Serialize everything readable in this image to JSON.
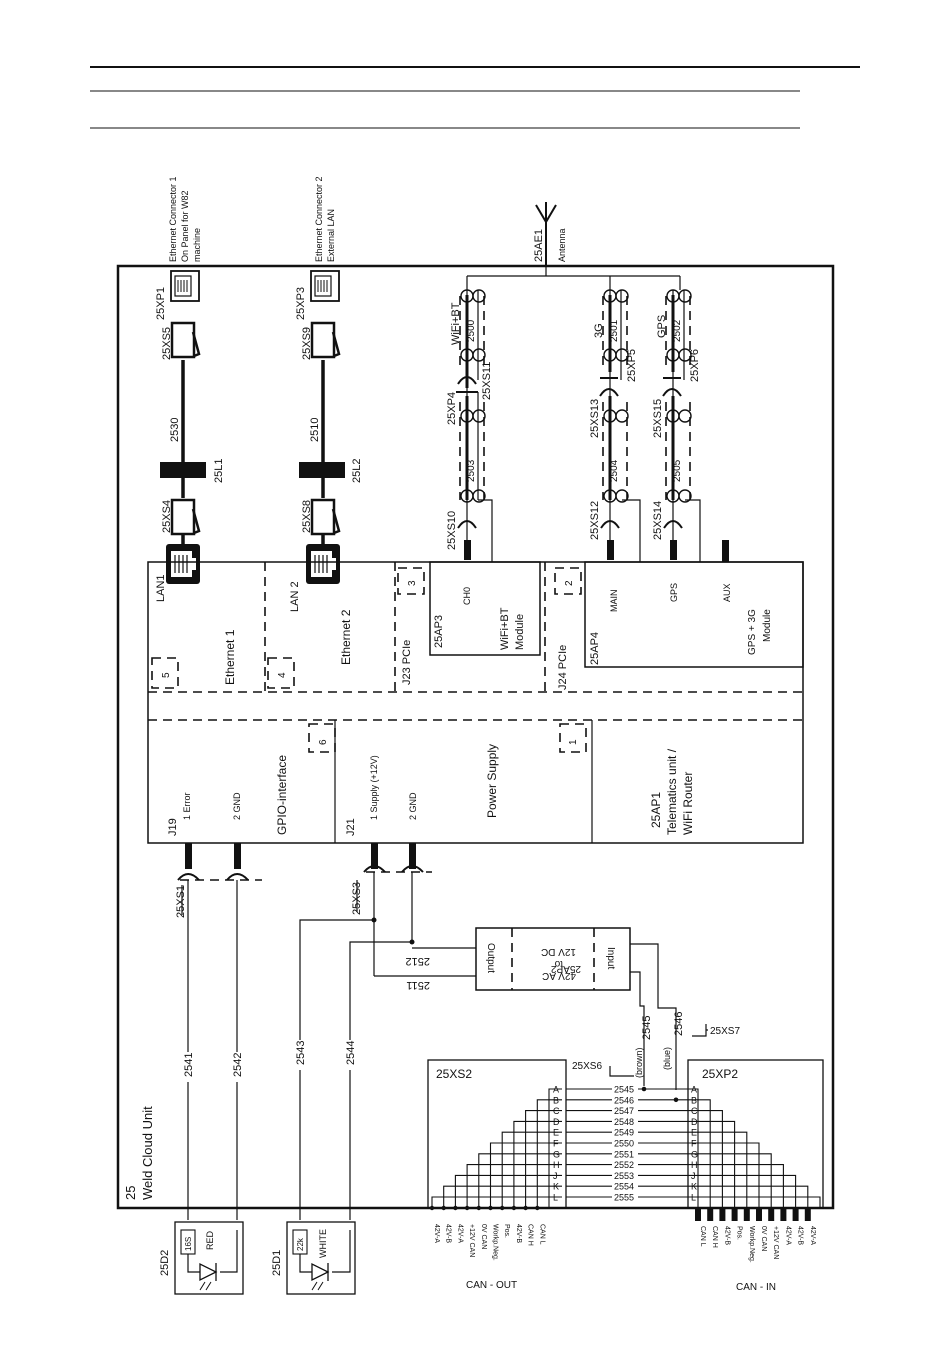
{
  "unit": {
    "number": "25",
    "name": "Weld Cloud Unit"
  },
  "antenna": {
    "ref": "25AE1",
    "name": "Antenna"
  },
  "ethernet_connectors": [
    {
      "ref": "25XP1",
      "desc": [
        "Ethernet Connector 1",
        "On Panel for W82",
        "machine"
      ]
    },
    {
      "ref": "25XP3",
      "desc": [
        "Ethernet Connector 2",
        "External LAN"
      ]
    }
  ],
  "cables": {
    "eth1": {
      "top": "25XS5",
      "wire": "2530",
      "ferrite": "25L1",
      "bottom": "25XS4"
    },
    "eth2": {
      "top": "25XS9",
      "wire": "2510",
      "ferrite": "25L2",
      "bottom": "25XS8"
    }
  },
  "rf": {
    "wifi": {
      "label": "WiFi+BT",
      "w_top": "2500",
      "s_top": "25XS11",
      "plug": "25XP4",
      "w_bot": "2503",
      "s_bot": "25XS10"
    },
    "g3": {
      "label": "3G",
      "w_top": "2501",
      "plug": "25XP5",
      "s_mid": "25XS13",
      "w_bot": "2504",
      "s_bot": "25XS12"
    },
    "gps": {
      "label": "GPS",
      "w_top": "2502",
      "plug": "25XP6",
      "s_mid": "25XS15",
      "w_bot": "2505",
      "s_bot": "25XS14"
    }
  },
  "sections": {
    "lan1": "LAN1",
    "eth1": "Ethernet 1",
    "n5": "5",
    "lan2": "LAN 2",
    "eth2": "Ethernet 2",
    "n4": "4",
    "j23": "J23 PCIe",
    "n3": "3",
    "ap3": {
      "ref": "25AP3",
      "name1": "WiFi+BT",
      "name2": "Module",
      "ch0": "CH0"
    },
    "j24": "J24 PCIe",
    "n2": "2",
    "ap4": {
      "ref": "25AP4",
      "name1": "GPS + 3G",
      "name2": "Module",
      "main": "MAIN",
      "gps": "GPS",
      "aux": "AUX"
    },
    "gpio": {
      "j": "J19",
      "p1": "1 Error",
      "p2": "2 GND",
      "name": "GPIO-interface",
      "n": "6"
    },
    "power": {
      "j": "J21",
      "p1": "1 Supply (+12V)",
      "p2": "2 GND",
      "name": "Power Supply",
      "n": "1"
    },
    "ap1": {
      "ref": "25AP1",
      "name1": "Telematics unit /",
      "name2": "WiFi Router"
    }
  },
  "lower": {
    "xs1": "25XS1",
    "xs3": "25XS3",
    "wires": [
      "2541",
      "2542",
      "2543",
      "2544"
    ],
    "w2512": "2512",
    "w2511": "2511",
    "ap2": {
      "ref": "25AP2",
      "output": "Output",
      "conv1": "42V AC",
      "conv2": "to",
      "conv3": "12V DC",
      "input": "Input"
    },
    "w2545": "2545",
    "w2546": "2546",
    "brown": "(brown)",
    "blue": "(blue)",
    "xs6": "25XS6",
    "xs7": "25XS7"
  },
  "leds": [
    {
      "ref": "25D2",
      "resistor": "16S",
      "color": "RED"
    },
    {
      "ref": "25D1",
      "resistor": "22k",
      "color": "WHITE"
    }
  ],
  "can_out": {
    "ref": "25XS2",
    "pins": [
      "A",
      "B",
      "C",
      "D",
      "E",
      "F",
      "G",
      "H",
      "J",
      "K",
      "L"
    ],
    "labels": [
      "42V-A",
      "42V-B",
      "42V-A",
      "+12V CAN",
      "0V CAN",
      "Workp.Neg.",
      "Pos.",
      "42V-B",
      "CAN H",
      "CAN L"
    ],
    "title": "CAN - OUT"
  },
  "can_wires": [
    "2545",
    "2546",
    "2547",
    "2548",
    "2549",
    "2550",
    "2551",
    "2552",
    "2553",
    "2554",
    "2555"
  ],
  "can_in": {
    "ref": "25XP2",
    "pins": [
      "A",
      "B",
      "C",
      "D",
      "E",
      "F",
      "G",
      "H",
      "J",
      "K",
      "L"
    ],
    "labels": [
      "CAN L",
      "CAN H",
      "42V-B",
      "Pos.",
      "Workp.Neg.",
      "0V CAN",
      "+12V CAN",
      "42V-A",
      "42V-B",
      "42V-A"
    ],
    "title": "CAN - IN"
  }
}
